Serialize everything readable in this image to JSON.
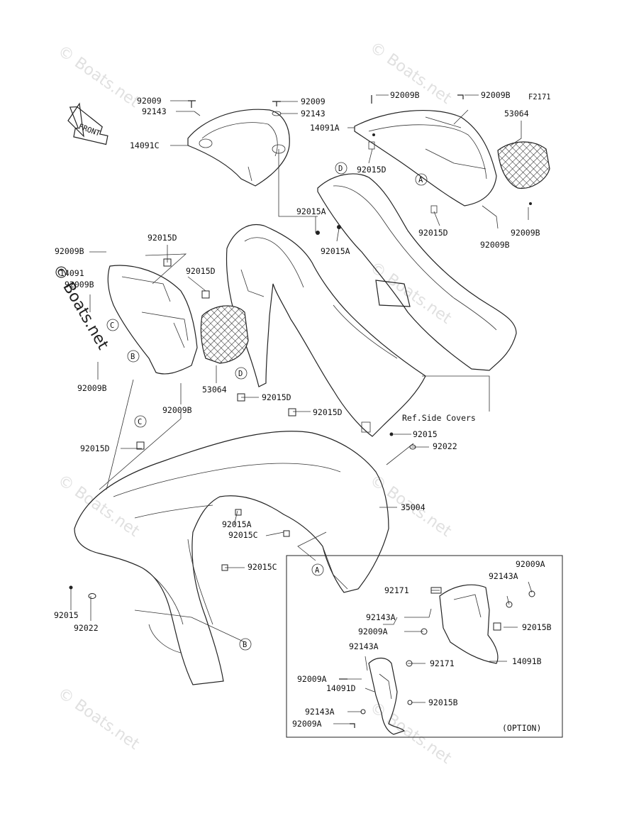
{
  "figure_id": "F2171",
  "front_label": "FRONT",
  "watermark": "© Boats.net",
  "ref_note": "Ref.Side Covers",
  "option_label": "(OPTION)",
  "parts": {
    "p92009_a": "92009",
    "p92143_a": "92143",
    "p14091C": "14091C",
    "p92009_b": "92009",
    "p92143_b": "92143",
    "p92009B_1": "92009B",
    "p92009B_2": "92009B",
    "p14091A": "14091A",
    "p53064_1": "53064",
    "p92015D_1": "92015D",
    "p92015A_1": "92015A",
    "p92015A_2": "92015A",
    "p92015D_2": "92015D",
    "p92009B_3": "92009B",
    "p92009B_4": "92009B",
    "p92009B_5": "92009B",
    "p14091_left": "14091",
    "p92009B_6": "92009B",
    "p92015D_3": "92015D",
    "p92015D_4": "92015D",
    "p92009B_7": "92009B",
    "p92009B_8": "92009B",
    "p53064_2": "53064",
    "p92015D_5": "92015D",
    "p92015D_6": "92015D",
    "p92015D_7": "92015D",
    "p92015_1": "92015",
    "p92022_1": "92022",
    "p35004": "35004",
    "p92015A_3": "92015A",
    "p92015C_1": "92015C",
    "p92015C_2": "92015C",
    "p92015_2": "92015",
    "p92022_2": "92022",
    "p92009A_1": "92009A",
    "p92143A_1": "92143A",
    "p92171_1": "92171",
    "p92143A_2": "92143A",
    "p92009A_2": "92009A",
    "p92015B_1": "92015B",
    "p92143A_3": "92143A",
    "p92171_2": "92171",
    "p14091B": "14091B",
    "p92009A_3": "92009A",
    "p14091D": "14091D",
    "p92015B_2": "92015B",
    "p92143A_4": "92143A",
    "p92009A_4": "92009A"
  },
  "callouts": {
    "D1": "D",
    "A1": "A",
    "C1": "C",
    "B1": "B",
    "D2": "D",
    "C2": "C",
    "A2": "A",
    "B2": "B"
  }
}
